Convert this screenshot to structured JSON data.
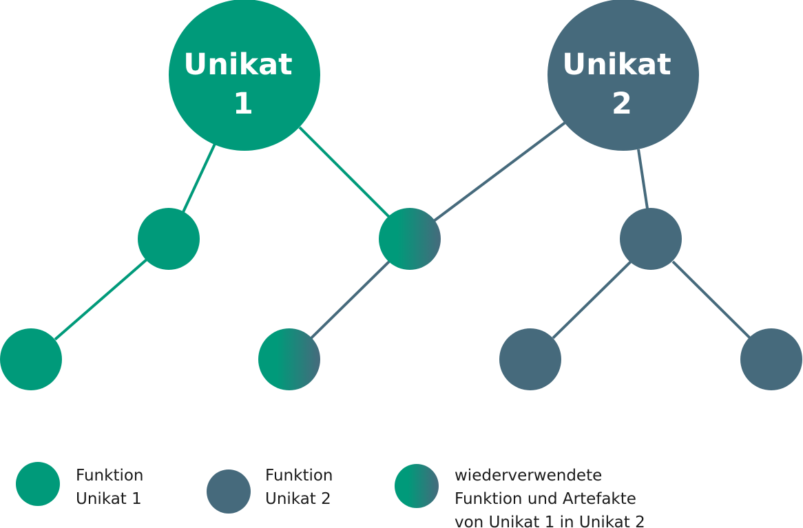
{
  "colors": {
    "unikat1": "#009a7a",
    "unikat2": "#466a7c",
    "background": "#ffffff",
    "label": "#ffffff",
    "legend_text": "#1a1a1a"
  },
  "roots": {
    "unikat1": {
      "line1": "Unikat",
      "line2": "1"
    },
    "unikat2": {
      "line1": "Unikat",
      "line2": "2"
    }
  },
  "legend": {
    "unikat1": {
      "line1": "Funktion",
      "line2": "Unikat 1"
    },
    "unikat2": {
      "line1": "Funktion",
      "line2": "Unikat 2"
    },
    "reused": {
      "line1": "wiederverwendete",
      "line2": "Funktion und Artefakte",
      "line3": "von Unikat 1 in Unikat 2"
    }
  }
}
